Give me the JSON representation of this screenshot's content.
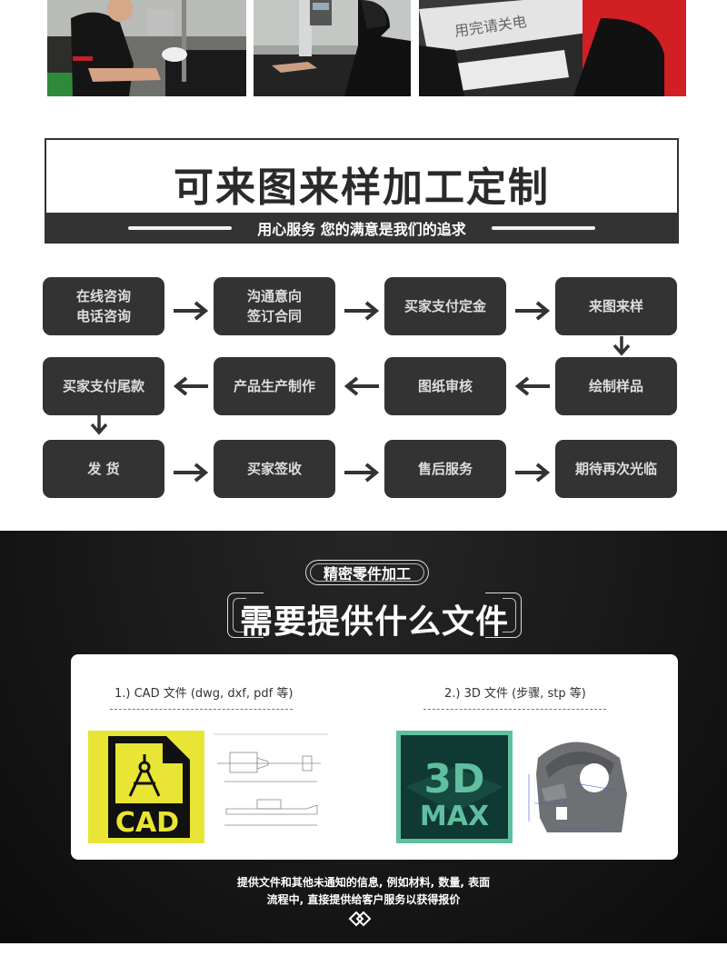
{
  "photos": [
    {
      "alt": "worker-using-microscope"
    },
    {
      "alt": "worker-using-height-gauge"
    },
    {
      "alt": "worker-at-granite-measuring-machine"
    }
  ],
  "banner": {
    "title": "可来图来样加工定制",
    "subtitle": "用心服务 您的满意是我们的追求"
  },
  "flow": {
    "steps": [
      {
        "label": "在线咨询\n电话咨询"
      },
      {
        "label": "沟通意向\n签订合同"
      },
      {
        "label": "买家支付定金"
      },
      {
        "label": "来图来样"
      },
      {
        "label": "绘制样品"
      },
      {
        "label": "图纸审核"
      },
      {
        "label": "产品生产制作"
      },
      {
        "label": "买家支付尾款"
      },
      {
        "label": "发 货"
      },
      {
        "label": "买家签收"
      },
      {
        "label": "售后服务"
      },
      {
        "label": "期待再次光临"
      }
    ],
    "colors": {
      "box": "#333333",
      "text": "#dddddd",
      "arrow": "#333333"
    }
  },
  "files_section": {
    "tag": "精密零件加工",
    "title": "需要提供什么文件",
    "items": [
      {
        "label": "1.) CAD 文件 (dwg, dxf, pdf 等)",
        "icon": "cad-file-icon",
        "icon_text": "CAD"
      },
      {
        "label": "2.) 3D 文件 (步骤, stp 等)",
        "icon": "3d-max-icon",
        "icon_text_top": "3D",
        "icon_text_bottom": "MAX"
      }
    ],
    "footer_line1": "提供文件和其他未通知的信息, 例如材料, 数量, 表面",
    "footer_line2": "流程中, 直接提供给客户服务以获得报价",
    "colors": {
      "cad_yellow": "#e8e534",
      "max_teal": "#5fbfa0",
      "max_dark": "#0f3a33"
    }
  }
}
